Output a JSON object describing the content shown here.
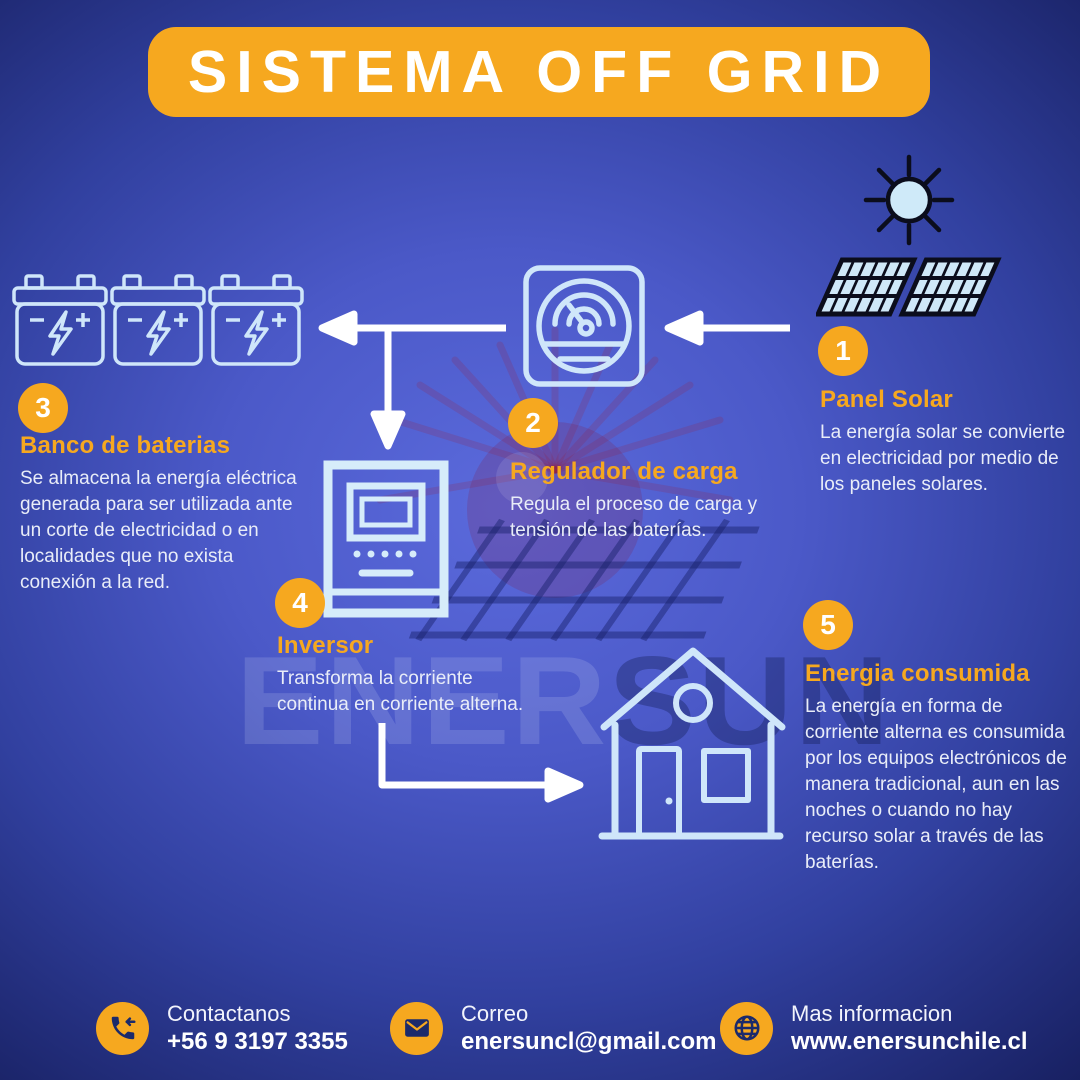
{
  "title": "SISTEMA OFF GRID",
  "watermark": {
    "light": "ENER",
    "dark": "SUN"
  },
  "colors": {
    "accent_orange": "#f6a81f",
    "icon_light_blue": "#cfe6fa",
    "navy": "#1b2a6b",
    "bg_center": "#5b6adc",
    "bg_edge": "#171f60",
    "text_body": "#e9edf8"
  },
  "steps": [
    {
      "num": "1",
      "title": "Panel Solar",
      "desc": "La energía solar se convierte en electricidad por medio de los paneles solares."
    },
    {
      "num": "2",
      "title": "Regulador de carga",
      "desc": "Regula el proceso de carga y tensión de las baterías."
    },
    {
      "num": "3",
      "title": "Banco de baterias",
      "desc": "Se almacena la energía eléctrica generada para ser utilizada ante un corte de electricidad o en localidades que no exista conexión a la red."
    },
    {
      "num": "4",
      "title": "Inversor",
      "desc": "Transforma la corriente continua en corriente alterna."
    },
    {
      "num": "5",
      "title": "Energia consumida",
      "desc": "La energía en forma de corriente alterna es consumida por los equipos electrónicos de manera tradicional, aun en las noches o cuando no hay recurso solar a través de las baterías."
    }
  ],
  "footer": {
    "contact": {
      "label": "Contactanos",
      "value": "+56 9 3197 3355"
    },
    "email": {
      "label": "Correo",
      "value": "enersuncl@gmail.com"
    },
    "web": {
      "label": "Mas informacion",
      "value": "www.enersunchile.cl"
    }
  }
}
